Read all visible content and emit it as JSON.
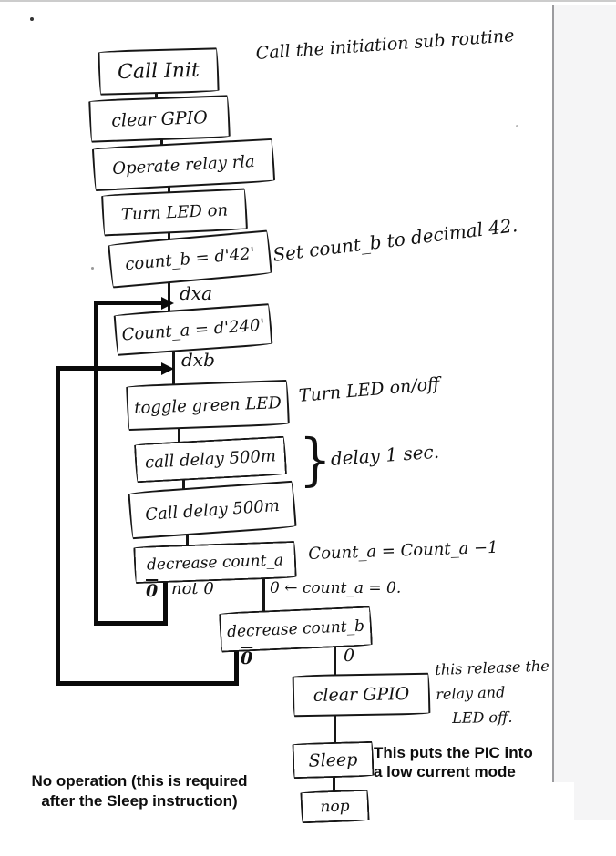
{
  "figure": {
    "type": "flowchart",
    "description": "Hand-drawn PIC program flowchart"
  },
  "boxes": [
    {
      "id": "call-init",
      "label": "Call Init"
    },
    {
      "id": "clear-gpio-1",
      "label": "clear GPIO"
    },
    {
      "id": "operate-relay",
      "label": "Operate relay rla"
    },
    {
      "id": "turn-led-on",
      "label": "Turn LED on"
    },
    {
      "id": "count-b-init",
      "label": "count_b = d'42'"
    },
    {
      "id": "count-a-init",
      "label": "Count_a = d'240'"
    },
    {
      "id": "toggle-green-led",
      "label": "toggle green LED"
    },
    {
      "id": "call-delay-1",
      "label": "call delay 500m"
    },
    {
      "id": "call-delay-2",
      "label": "Call delay 500m"
    },
    {
      "id": "decrease-count-a",
      "label": "decrease count_a"
    },
    {
      "id": "decrease-count-b",
      "label": "decrease count_b"
    },
    {
      "id": "clear-gpio-2",
      "label": "clear GPIO"
    },
    {
      "id": "sleep",
      "label": "Sleep"
    },
    {
      "id": "nop",
      "label": "nop"
    }
  ],
  "edge_labels": {
    "dxa": "dxa",
    "dxb": "dxb",
    "count_a_not_zero_symbol": "0",
    "count_a_not_zero_text": "not 0",
    "count_a_zero_note": "0 ← count_a = 0.",
    "count_b_not_zero_symbol": "0",
    "count_b_zero_symbol": "0"
  },
  "annotations": {
    "init_note": "Call the initiation sub routine",
    "count_b_note": "Set count_b to decimal 42.",
    "toggle_note": "Turn LED on/off",
    "brace": "}",
    "delay_note": "delay 1 sec.",
    "decrease_a_note": "Count_a = Count_a −1",
    "release_line1": "this release the",
    "release_line2": "relay and",
    "release_line3": "LED off.",
    "sleep_note_line1": "This puts the PIC into",
    "sleep_note_line2": "a low current mode",
    "nop_note_line1": "No operation (this is required",
    "nop_note_line2": "after the Sleep instruction)"
  },
  "colors": {
    "ink": "#161616",
    "side_panel": "#f5f5f6",
    "panel_border": "#9b9b9e",
    "top_rule": "#cccccc"
  }
}
